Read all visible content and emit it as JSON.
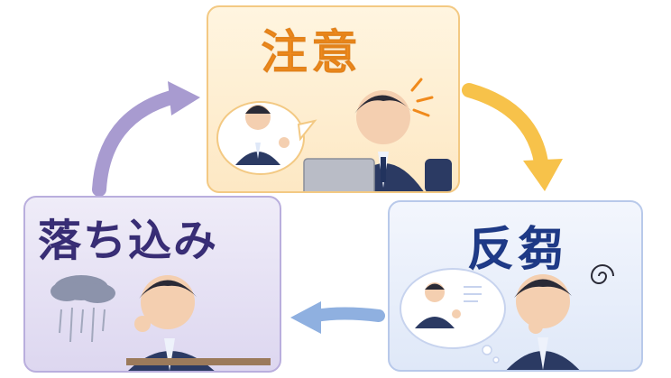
{
  "cycle": {
    "nodes": [
      {
        "id": "top",
        "label": "注意",
        "color": "#f08a1c"
      },
      {
        "id": "right",
        "label": "反芻",
        "color": "#1f3c8c"
      },
      {
        "id": "left",
        "label": "落ち込み",
        "color": "#3a2f7a"
      }
    ],
    "arrows": [
      {
        "from": "top",
        "to": "right",
        "color": "#f7c24a"
      },
      {
        "from": "right",
        "to": "left",
        "color": "#8fb0e0"
      },
      {
        "from": "left",
        "to": "top",
        "color": "#a89bd0"
      }
    ]
  },
  "icons": [
    "laptop-icon",
    "speech-bubble-icon",
    "thought-bubble-icon",
    "rain-cloud-icon",
    "spiral-icon",
    "alert-lines-icon"
  ]
}
